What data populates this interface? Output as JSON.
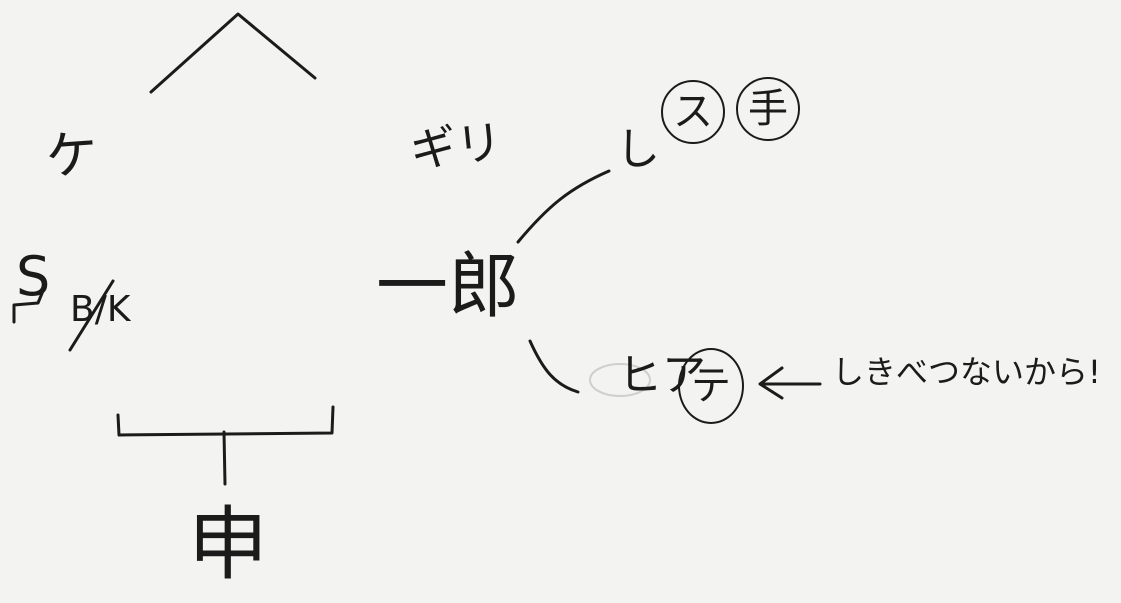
{
  "labels": {
    "top_left_kana": "ケ",
    "left_s": "S",
    "left_bk": "B/K",
    "upper_mid_kana": "ギリ",
    "center_name": "一郎",
    "bottom_char": "申",
    "branch_top_kana": "し",
    "circle_su": "ス",
    "circle_te_top": "手",
    "branch_bottom_kana": "ヒア",
    "circle_te_bottom": "テ",
    "note": "しきべつないから!"
  }
}
